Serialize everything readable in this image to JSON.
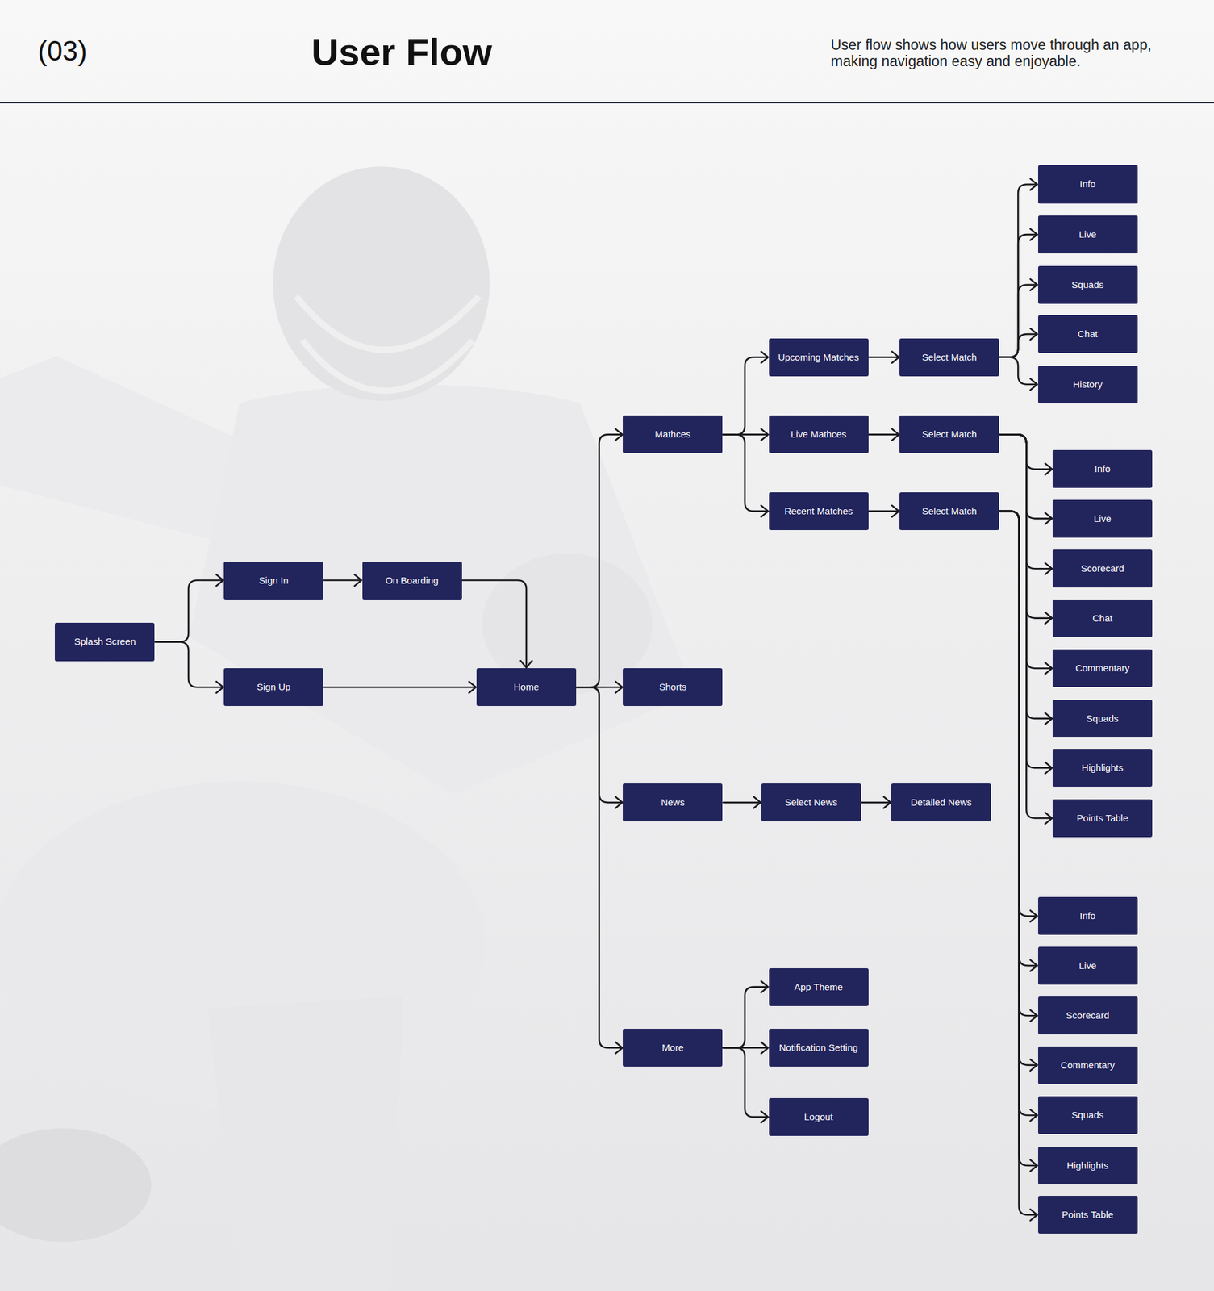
{
  "diagram": {
    "title": "User Flow",
    "caption": "User flow shows how users move through an app, making navigation easy and enjoyable.",
    "nodes": [
      {
        "text": [
          "Splash Screen"
        ]
      },
      {
        "text": [
          "Sign In"
        ]
      },
      {
        "text": [
          "Sign Up"
        ]
      },
      {
        "text": [
          "On Boarding"
        ]
      },
      {
        "text": [
          "Home"
        ]
      },
      {
        "text": [
          "Mathces"
        ]
      },
      {
        "text": [
          "Shorts"
        ]
      },
      {
        "text": [
          "News"
        ]
      },
      {
        "text": [
          "More"
        ]
      },
      {
        "text": [
          "Upcoming Matches"
        ]
      },
      {
        "text": [
          "Live Mathces"
        ]
      },
      {
        "text": [
          "Recent Matches"
        ]
      },
      {
        "text": [
          "Select Match"
        ]
      },
      {
        "text": [
          "Select Match"
        ]
      },
      {
        "text": [
          "Select Match"
        ]
      },
      {
        "text": [
          "Info"
        ]
      },
      {
        "text": [
          "Live"
        ]
      },
      {
        "text": [
          "Squads"
        ]
      },
      {
        "text": [
          "Chat"
        ]
      },
      {
        "text": [
          "History"
        ]
      },
      {
        "text": [
          "Info"
        ]
      },
      {
        "text": [
          "Live"
        ]
      },
      {
        "text": [
          "Scorecard"
        ]
      },
      {
        "text": [
          "Chat"
        ]
      },
      {
        "text": [
          "Commentary"
        ]
      },
      {
        "text": [
          "Squads"
        ]
      },
      {
        "text": [
          "Highlights"
        ]
      },
      {
        "text": [
          "Points Table"
        ]
      },
      {
        "text": [
          "Info"
        ]
      },
      {
        "text": [
          "Live"
        ]
      },
      {
        "text": [
          "Scorecard"
        ]
      },
      {
        "text": [
          "Commentary"
        ]
      },
      {
        "text": [
          "Squads"
        ]
      },
      {
        "text": [
          "Highlights"
        ]
      },
      {
        "text": [
          "Points Table"
        ]
      },
      {
        "text": [
          "Select News"
        ]
      },
      {
        "text": [
          "Detailed News"
        ]
      },
      {
        "text": [
          "App Theme"
        ]
      },
      {
        "text": [
          "Notification Setting"
        ]
      },
      {
        "text": [
          "Logout"
        ]
      }
    ],
    "edges": [
      {
        "from": 0,
        "to": 1,
        "arrow": "to"
      },
      {
        "from": 0,
        "to": 2,
        "arrow": "to"
      },
      {
        "from": 1,
        "to": 3,
        "arrow": "to"
      },
      {
        "from": 3,
        "to": 4,
        "arrow": "to"
      },
      {
        "from": 2,
        "to": 4,
        "arrow": "to"
      },
      {
        "from": 4,
        "to": 5,
        "arrow": "to"
      },
      {
        "from": 4,
        "to": 6,
        "arrow": "to"
      },
      {
        "from": 4,
        "to": 7,
        "arrow": "to"
      },
      {
        "from": 4,
        "to": 8,
        "arrow": "to"
      },
      {
        "from": 5,
        "to": 9,
        "arrow": "to"
      },
      {
        "from": 5,
        "to": 10,
        "arrow": "to"
      },
      {
        "from": 5,
        "to": 11,
        "arrow": "to"
      },
      {
        "from": 9,
        "to": 12,
        "arrow": "to"
      },
      {
        "from": 10,
        "to": 13,
        "arrow": "to"
      },
      {
        "from": 11,
        "to": 14,
        "arrow": "to"
      },
      {
        "from": 12,
        "to": 15,
        "arrow": "to"
      },
      {
        "from": 12,
        "to": 16,
        "arrow": "to"
      },
      {
        "from": 12,
        "to": 17,
        "arrow": "to"
      },
      {
        "from": 12,
        "to": 18,
        "arrow": "to"
      },
      {
        "from": 12,
        "to": 19,
        "arrow": "to"
      },
      {
        "from": 13,
        "to": 20,
        "arrow": "to"
      },
      {
        "from": 13,
        "to": 21,
        "arrow": "to"
      },
      {
        "from": 13,
        "to": 22,
        "arrow": "to"
      },
      {
        "from": 13,
        "to": 23,
        "arrow": "to"
      },
      {
        "from": 13,
        "to": 24,
        "arrow": "to"
      },
      {
        "from": 13,
        "to": 25,
        "arrow": "to"
      },
      {
        "from": 13,
        "to": 26,
        "arrow": "to"
      },
      {
        "from": 13,
        "to": 27,
        "arrow": "to"
      },
      {
        "from": 14,
        "to": 28,
        "arrow": "to"
      },
      {
        "from": 14,
        "to": 29,
        "arrow": "to"
      },
      {
        "from": 14,
        "to": 30,
        "arrow": "to"
      },
      {
        "from": 14,
        "to": 31,
        "arrow": "to"
      },
      {
        "from": 14,
        "to": 32,
        "arrow": "to"
      },
      {
        "from": 14,
        "to": 33,
        "arrow": "to"
      },
      {
        "from": 14,
        "to": 34,
        "arrow": "to"
      },
      {
        "from": 7,
        "to": 35,
        "arrow": "to"
      },
      {
        "from": 35,
        "to": 36,
        "arrow": "to"
      },
      {
        "from": 8,
        "to": 37,
        "arrow": "to"
      },
      {
        "from": 8,
        "to": 38,
        "arrow": "to"
      },
      {
        "from": 8,
        "to": 39,
        "arrow": "to"
      }
    ],
    "labels": [
      "(03)"
    ]
  }
}
